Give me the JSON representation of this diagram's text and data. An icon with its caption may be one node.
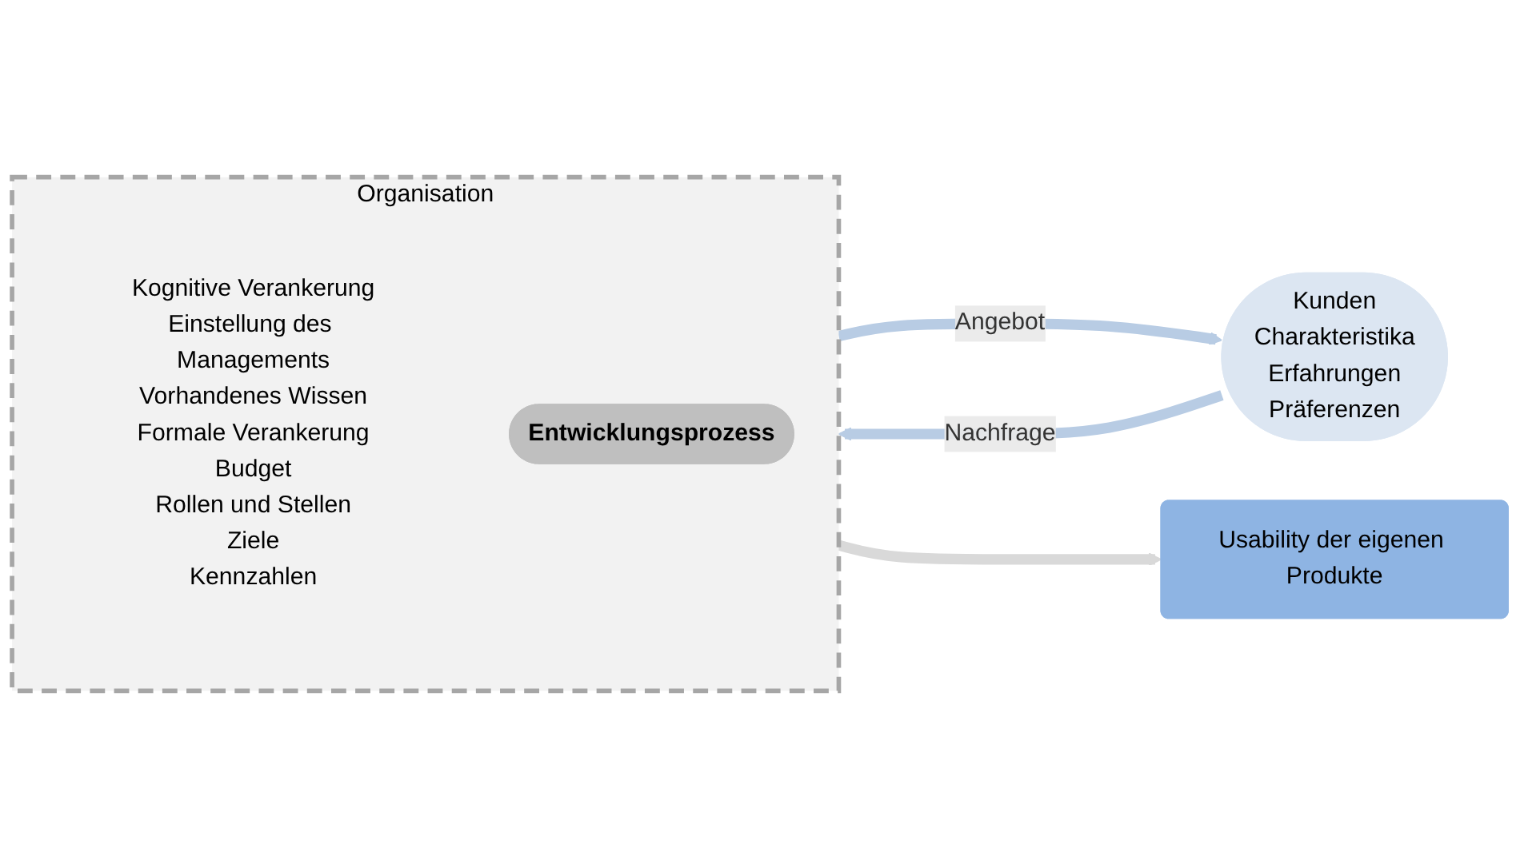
{
  "diagram": {
    "nodes": [
      {
        "text": [
          "Organisation",
          "Kognitive Verankerung",
          "Einstellung des Managements",
          "Vorhandenes Wissen",
          "Formale Verankerung",
          "Budget",
          "Rollen und Stellen",
          "Ziele",
          "Kennzahlen"
        ]
      },
      {
        "text": [
          "Kunden",
          "Charakteristika",
          "Erfahrungen",
          "Präferenzen"
        ]
      },
      {
        "text": [
          "Entwicklungsprozess"
        ],
        "in": 0
      },
      {
        "text": [
          "Usability der eigenen Produkte"
        ]
      }
    ],
    "edges": [
      {
        "from": 1,
        "to": 0,
        "arrow": "to",
        "label": "Nachfrage"
      },
      {
        "from": 0,
        "to": 1,
        "arrow": "to",
        "label": "Angebot"
      },
      {
        "from": 0,
        "to": 3,
        "arrow": "to",
        "color": "#d9d9d9"
      }
    ]
  }
}
